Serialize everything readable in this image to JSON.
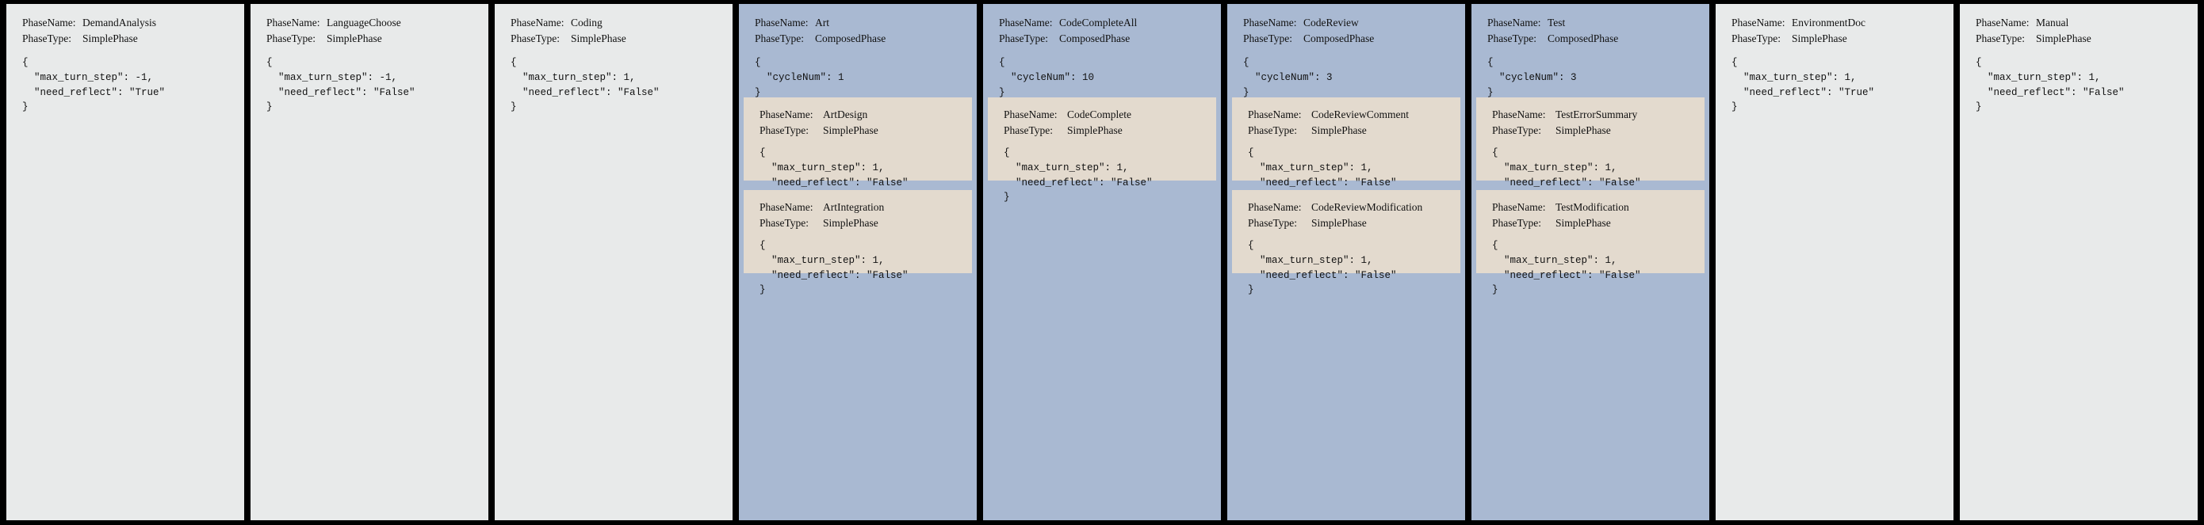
{
  "colors": {
    "background": "#000000",
    "simple_phase_bg": "#e8eaea",
    "composed_phase_bg": "#a9b9d2",
    "sub_phase_bg": "#e3dace",
    "text": "#111111"
  },
  "labels": {
    "phase_name_key": "PhaseName:",
    "phase_type_key": "PhaseType:"
  },
  "phases": [
    {
      "name": "DemandAnalysis",
      "type": "SimplePhase",
      "kind": "simple",
      "config": "{\n  \"max_turn_step\": -1,\n  \"need_reflect\": \"True\"\n}",
      "children": []
    },
    {
      "name": "LanguageChoose",
      "type": "SimplePhase",
      "kind": "simple",
      "config": "{\n  \"max_turn_step\": -1,\n  \"need_reflect\": \"False\"\n}",
      "children": []
    },
    {
      "name": "Coding",
      "type": "SimplePhase",
      "kind": "simple",
      "config": "{\n  \"max_turn_step\": 1,\n  \"need_reflect\": \"False\"\n}",
      "children": []
    },
    {
      "name": "Art",
      "type": "ComposedPhase",
      "kind": "composed",
      "config": "{\n  \"cycleNum\": 1\n}",
      "children": [
        {
          "name": "ArtDesign",
          "type": "SimplePhase",
          "config": "{\n  \"max_turn_step\": 1,\n  \"need_reflect\": \"False\"\n}"
        },
        {
          "name": "ArtIntegration",
          "type": "SimplePhase",
          "config": "{\n  \"max_turn_step\": 1,\n  \"need_reflect\": \"False\"\n}"
        }
      ]
    },
    {
      "name": "CodeCompleteAll",
      "type": "ComposedPhase",
      "kind": "composed",
      "config": "{\n  \"cycleNum\": 10\n}",
      "children": [
        {
          "name": "CodeComplete",
          "type": "SimplePhase",
          "config": "{\n  \"max_turn_step\": 1,\n  \"need_reflect\": \"False\"\n}"
        }
      ]
    },
    {
      "name": "CodeReview",
      "type": "ComposedPhase",
      "kind": "composed",
      "config": "{\n  \"cycleNum\": 3\n}",
      "children": [
        {
          "name": "CodeReviewComment",
          "type": "SimplePhase",
          "config": "{\n  \"max_turn_step\": 1,\n  \"need_reflect\": \"False\"\n}"
        },
        {
          "name": "CodeReviewModification",
          "type": "SimplePhase",
          "config": "{\n  \"max_turn_step\": 1,\n  \"need_reflect\": \"False\"\n}"
        }
      ]
    },
    {
      "name": "Test",
      "type": "ComposedPhase",
      "kind": "composed",
      "config": "{\n  \"cycleNum\": 3\n}",
      "children": [
        {
          "name": "TestErrorSummary",
          "type": "SimplePhase",
          "config": "{\n  \"max_turn_step\": 1,\n  \"need_reflect\": \"False\"\n}"
        },
        {
          "name": "TestModification",
          "type": "SimplePhase",
          "config": "{\n  \"max_turn_step\": 1,\n  \"need_reflect\": \"False\"\n}"
        }
      ]
    },
    {
      "name": "EnvironmentDoc",
      "type": "SimplePhase",
      "kind": "simple",
      "config": "{\n  \"max_turn_step\": 1,\n  \"need_reflect\": \"True\"\n}",
      "children": []
    },
    {
      "name": "Manual",
      "type": "SimplePhase",
      "kind": "simple",
      "config": "{\n  \"max_turn_step\": 1,\n  \"need_reflect\": \"False\"\n}",
      "children": []
    }
  ]
}
